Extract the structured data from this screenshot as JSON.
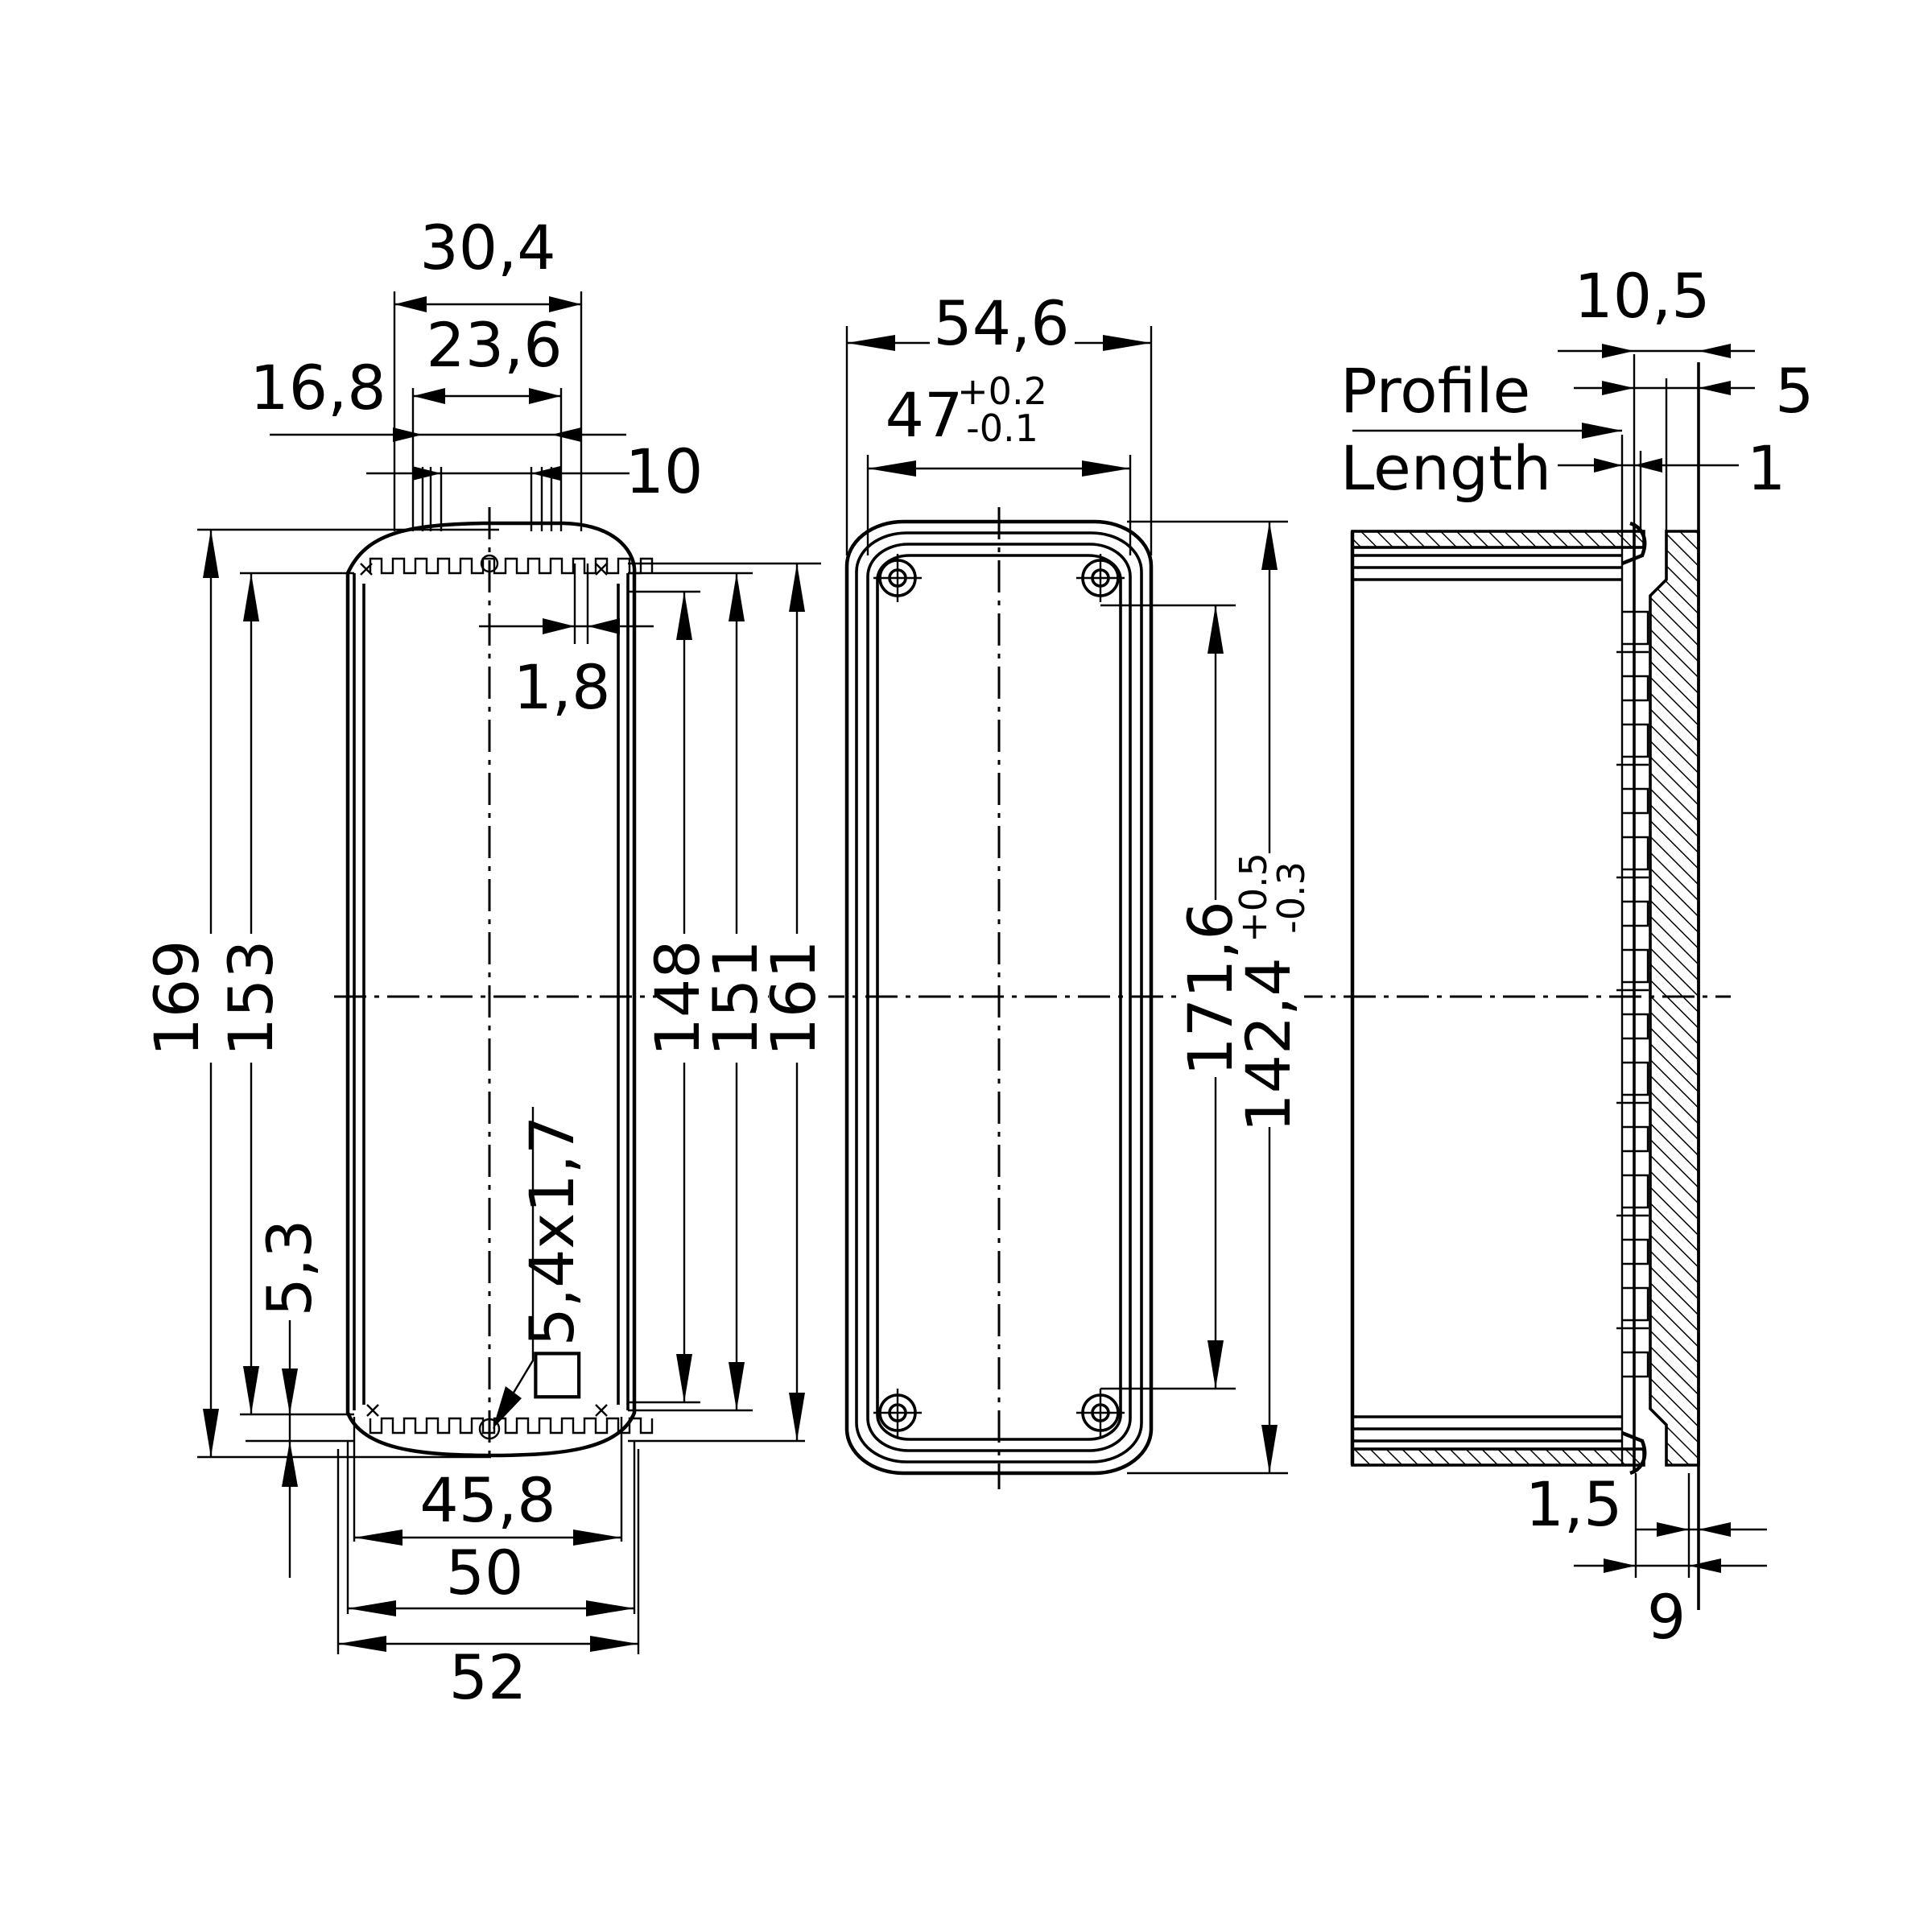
{
  "diagram": {
    "left_view": {
      "top_dims": [
        "30,4",
        "23,6",
        "16,8",
        "10"
      ],
      "gap_dim": "1,8",
      "heights": [
        "169",
        "153",
        "148",
        "151",
        "161"
      ],
      "offset_dim": "5,3",
      "slot_label": "□5,4x1,7",
      "bottom_dims": [
        "45,8",
        "50",
        "52"
      ]
    },
    "middle_view": {
      "width_dim": "54,6",
      "inner_width": {
        "base": "47",
        "upper": "+0.2",
        "lower": "-0.1"
      },
      "height_dim": "171,6",
      "inner_height": {
        "base": "142,4",
        "upper": "+0.5",
        "lower": "-0.3"
      }
    },
    "right_view": {
      "profile_label": "Profile",
      "length_label": "Length",
      "dims": [
        "10,5",
        "5",
        "1",
        "1,5",
        "9"
      ]
    }
  }
}
